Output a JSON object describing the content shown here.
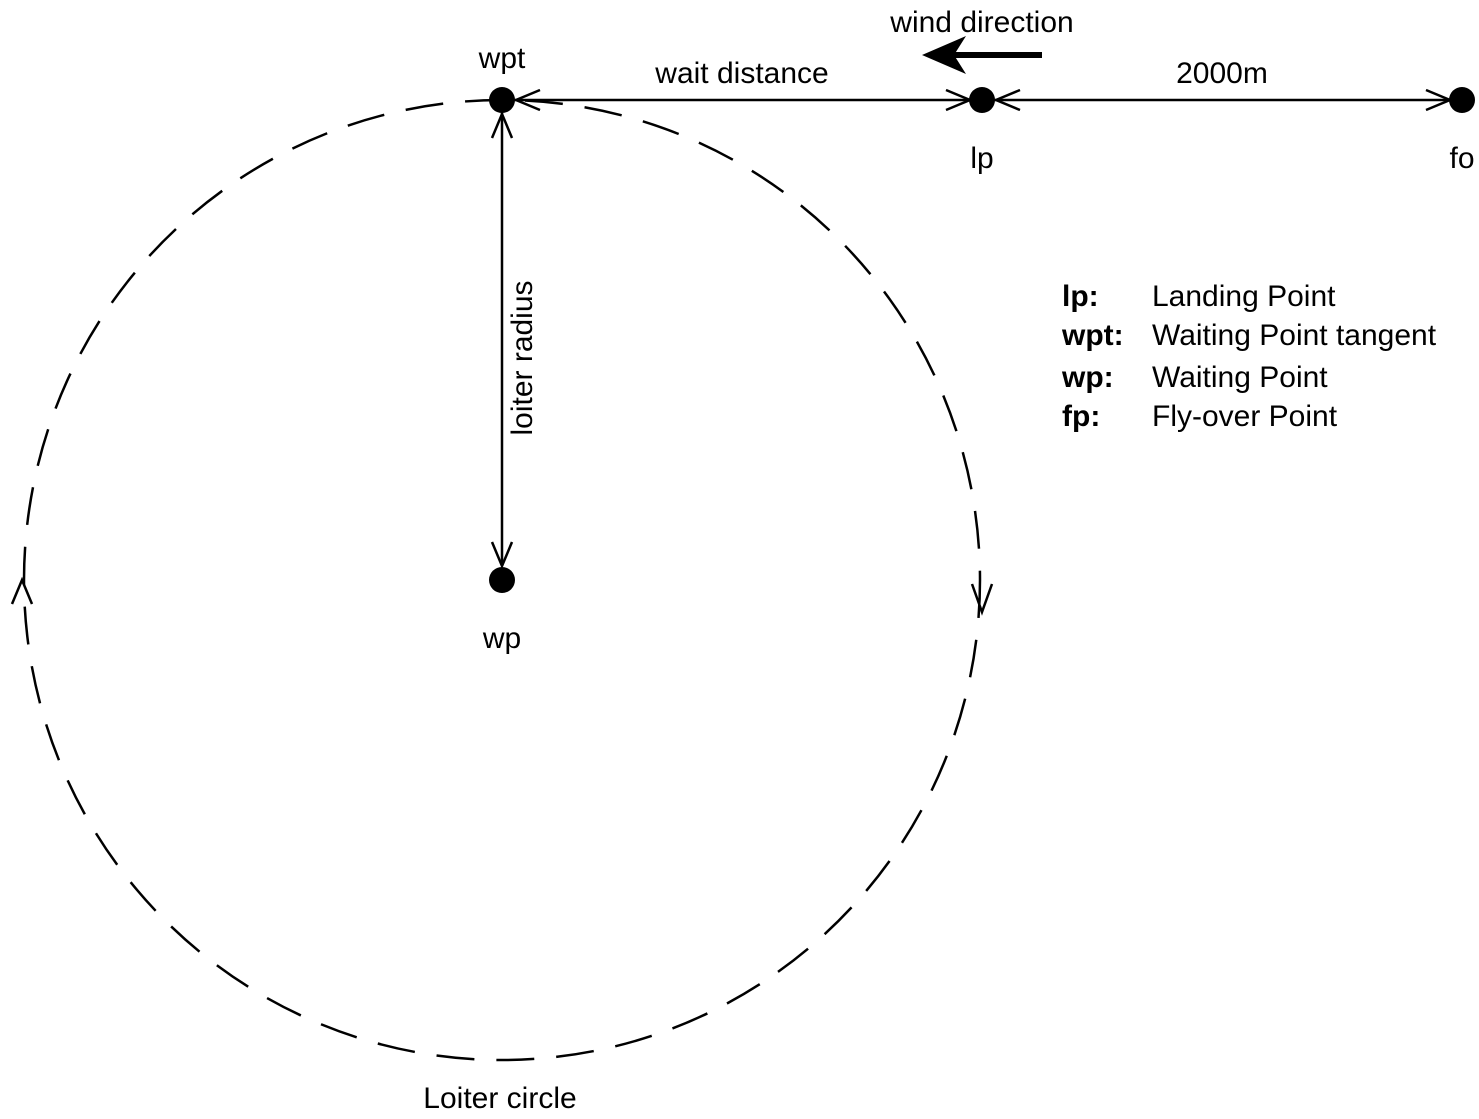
{
  "points": {
    "wpt": {
      "label": "wpt"
    },
    "lp": {
      "label": "lp"
    },
    "fo": {
      "label": "fo"
    },
    "wp": {
      "label": "wp"
    }
  },
  "labels": {
    "wind_direction": "wind direction",
    "wait_distance": "wait distance",
    "distance_2000": "2000m",
    "loiter_radius": "loiter radius",
    "loiter_circle": "Loiter circle"
  },
  "legend": [
    {
      "key": "lp:",
      "value": "Landing Point"
    },
    {
      "key": "wpt:",
      "value": "Waiting Point tangent"
    },
    {
      "key": "wp:",
      "value": "Waiting Point"
    },
    {
      "key": "fp:",
      "value": "Fly-over Point"
    }
  ],
  "colors": {
    "ink": "#000000",
    "background": "#ffffff"
  }
}
